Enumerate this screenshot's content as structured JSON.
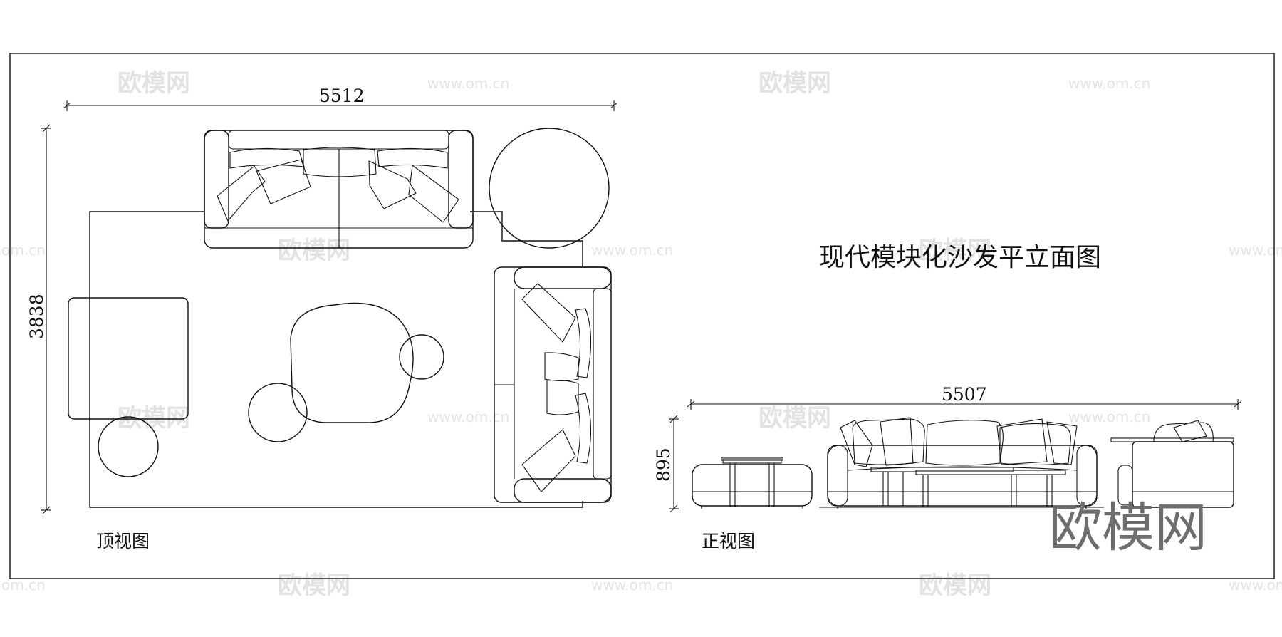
{
  "title": "现代模块化沙发平立面图",
  "top_view": {
    "label": "顶视图",
    "width_dim": "5512",
    "depth_dim": "3838"
  },
  "front_view": {
    "label": "正视图",
    "width_dim": "5507",
    "height_dim": "895"
  },
  "watermark": {
    "brand": "欧模网",
    "url": "www.om.cn",
    "url_partial": "om.cn"
  }
}
